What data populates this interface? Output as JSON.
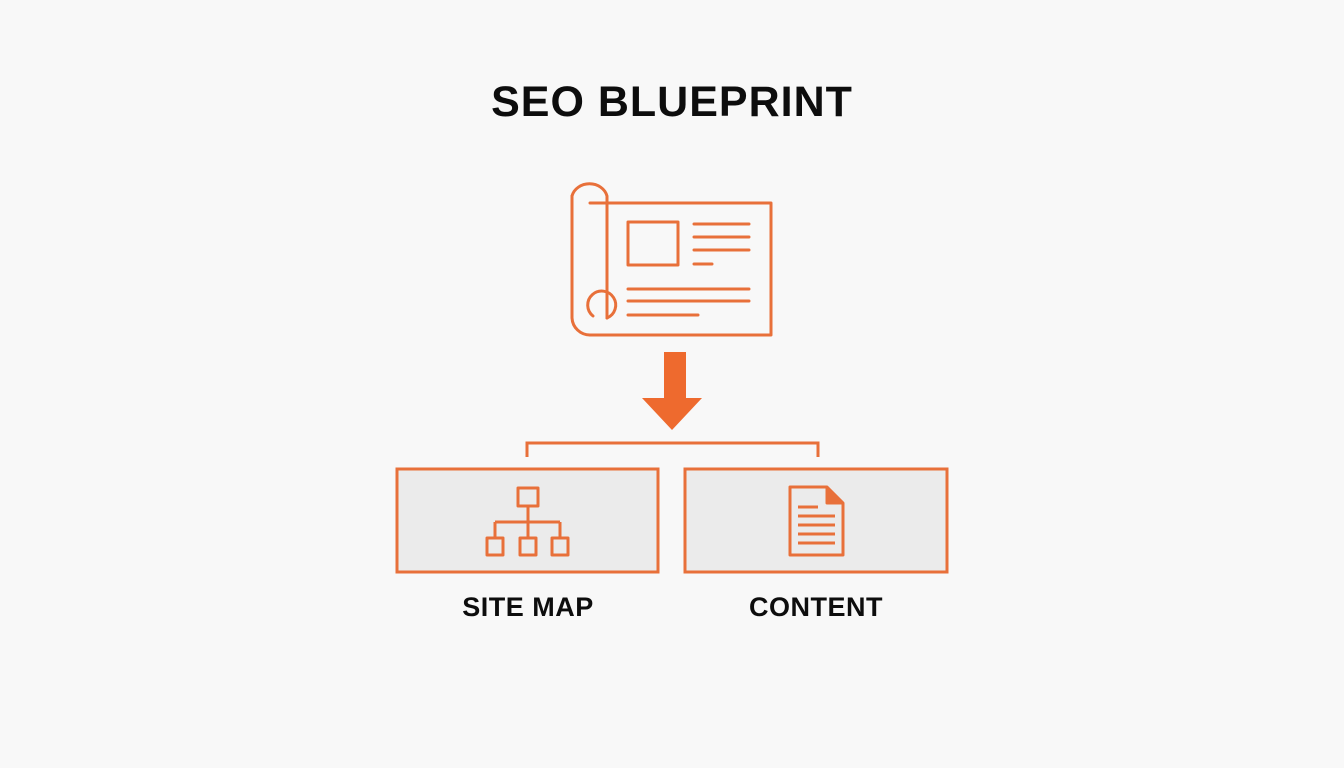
{
  "title": "SEO BLUEPRINT",
  "colors": {
    "accent": "#e8703a",
    "arrow": "#ee6a2e",
    "box_fill": "#ebebeb",
    "text": "#0d0d0d",
    "background": "#f8f8f8"
  },
  "icons": {
    "top": "blueprint-scroll-icon",
    "flow": "down-arrow-icon",
    "left_box": "sitemap-hierarchy-icon",
    "right_box": "document-icon"
  },
  "boxes": [
    {
      "label": "SITE MAP",
      "icon": "sitemap-hierarchy-icon"
    },
    {
      "label": "CONTENT",
      "icon": "document-icon"
    }
  ]
}
